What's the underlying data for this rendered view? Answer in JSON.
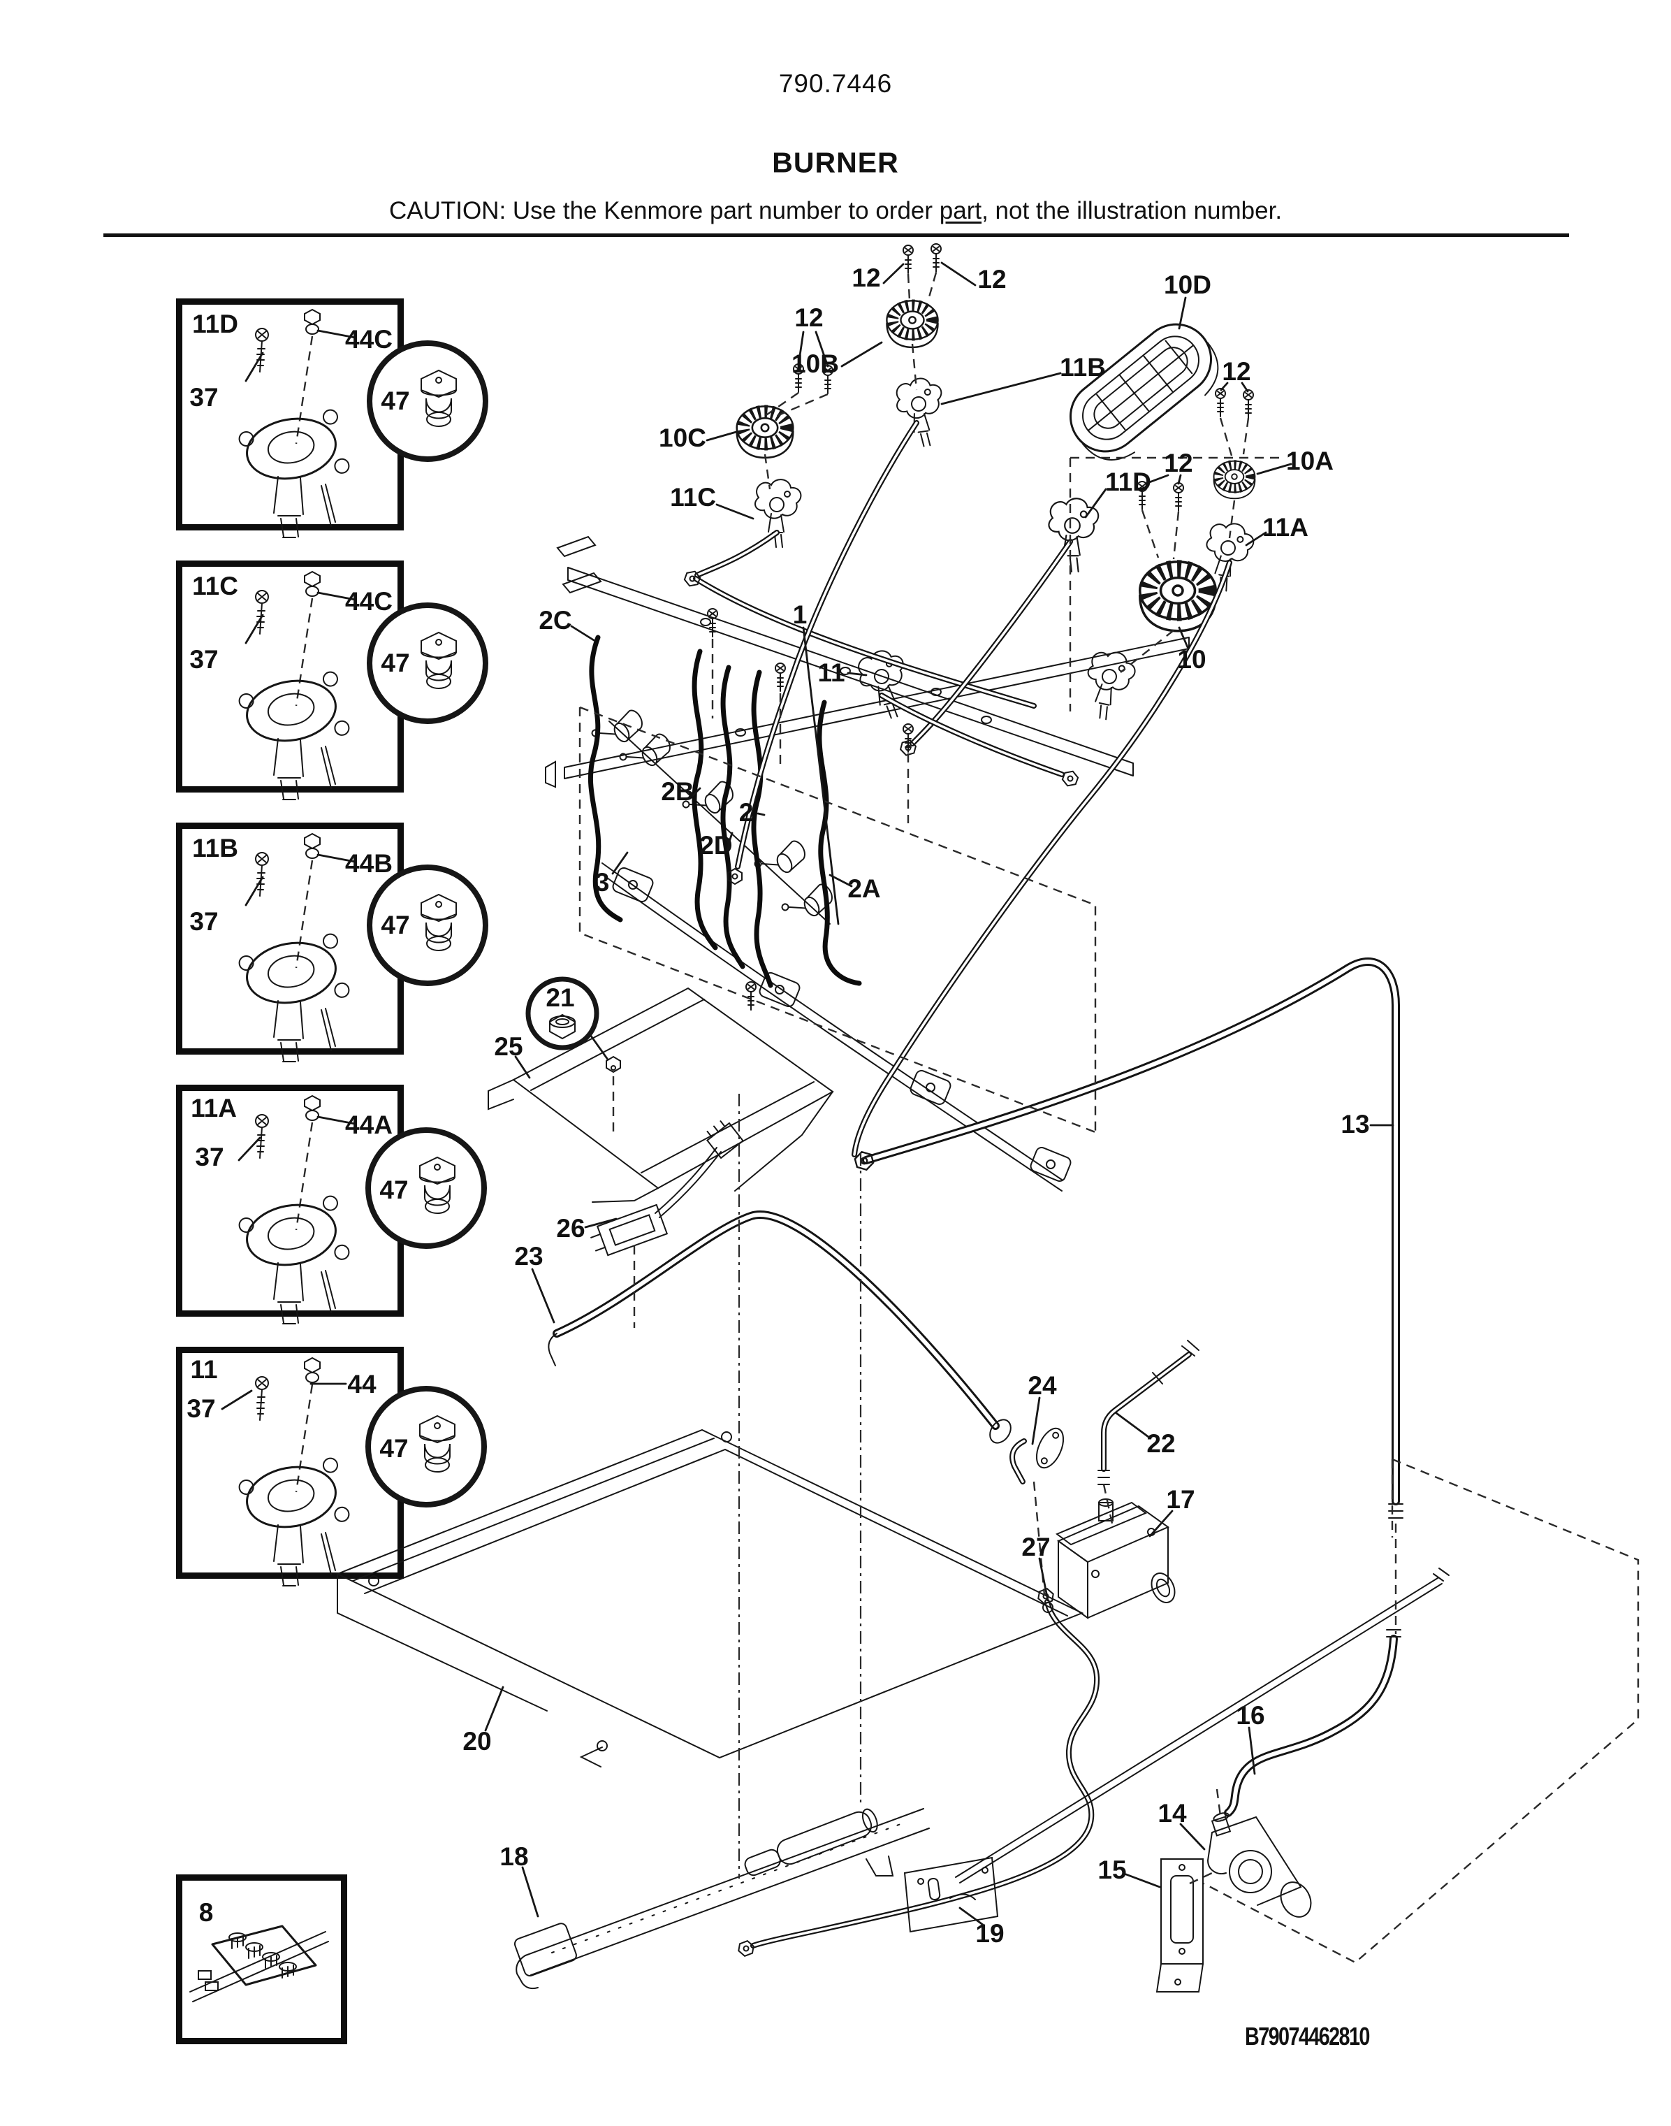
{
  "header": {
    "model_number": "790.7446",
    "title": "BURNER",
    "caution_prefix": "CAUTION: Use the Kenmore part number to order ",
    "caution_underlined": "part",
    "caution_suffix": ", not the illustration number."
  },
  "insets": [
    {
      "label": "11D",
      "screw_label": "37",
      "orifice_label": "44C",
      "detail_label": "47"
    },
    {
      "label": "11C",
      "screw_label": "37",
      "orifice_label": "44C",
      "detail_label": "47"
    },
    {
      "label": "11B",
      "screw_label": "37",
      "orifice_label": "44B",
      "detail_label": "47"
    },
    {
      "label": "11A",
      "screw_label": "37",
      "orifice_label": "44A",
      "detail_label": "47"
    },
    {
      "label": "11",
      "screw_label": "37",
      "orifice_label": "44",
      "detail_label": "47"
    }
  ],
  "module_inset": {
    "label": "8"
  },
  "diagram": {
    "labels": {
      "n1": "1",
      "n2": "2",
      "n2A": "2A",
      "n2B": "2B",
      "n2C": "2C",
      "n2D": "2D",
      "n3": "3",
      "n10": "10",
      "n10A": "10A",
      "n10B": "10B",
      "n10C": "10C",
      "n10D": "10D",
      "n11": "11",
      "n11A": "11A",
      "n11B": "11B",
      "n11C": "11C",
      "n11D": "11D",
      "n12": "12",
      "n13": "13",
      "n14": "14",
      "n15": "15",
      "n16": "16",
      "n17": "17",
      "n18": "18",
      "n19": "19",
      "n20": "20",
      "n21": "21",
      "n22": "22",
      "n23": "23",
      "n24": "24",
      "n25": "25",
      "n26": "26",
      "n27": "27"
    }
  },
  "footer": {
    "drawing_code": "B79074462810"
  }
}
